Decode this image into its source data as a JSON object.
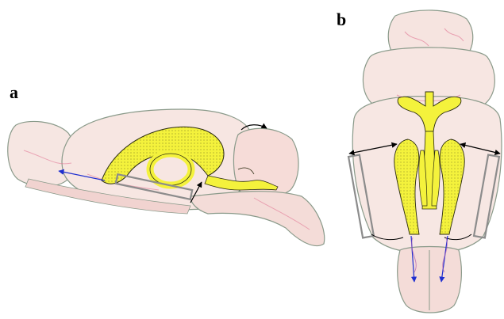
{
  "figure": {
    "panels": [
      {
        "label": "a",
        "view": "sagittal"
      },
      {
        "label": "b",
        "view": "dorsal"
      }
    ],
    "colors": {
      "ventricle_fill": "#f4f23c",
      "ventricle_stroke": "#2a2a10",
      "tissue_outline": "#8a9a8a",
      "tissue_tint": "#f6dcd8",
      "vessel_tint": "#e07090",
      "probe_outline": "#8c8c8c",
      "measure_arrow": "#000000",
      "trajectory_arrow": "#1f2fd0"
    }
  }
}
